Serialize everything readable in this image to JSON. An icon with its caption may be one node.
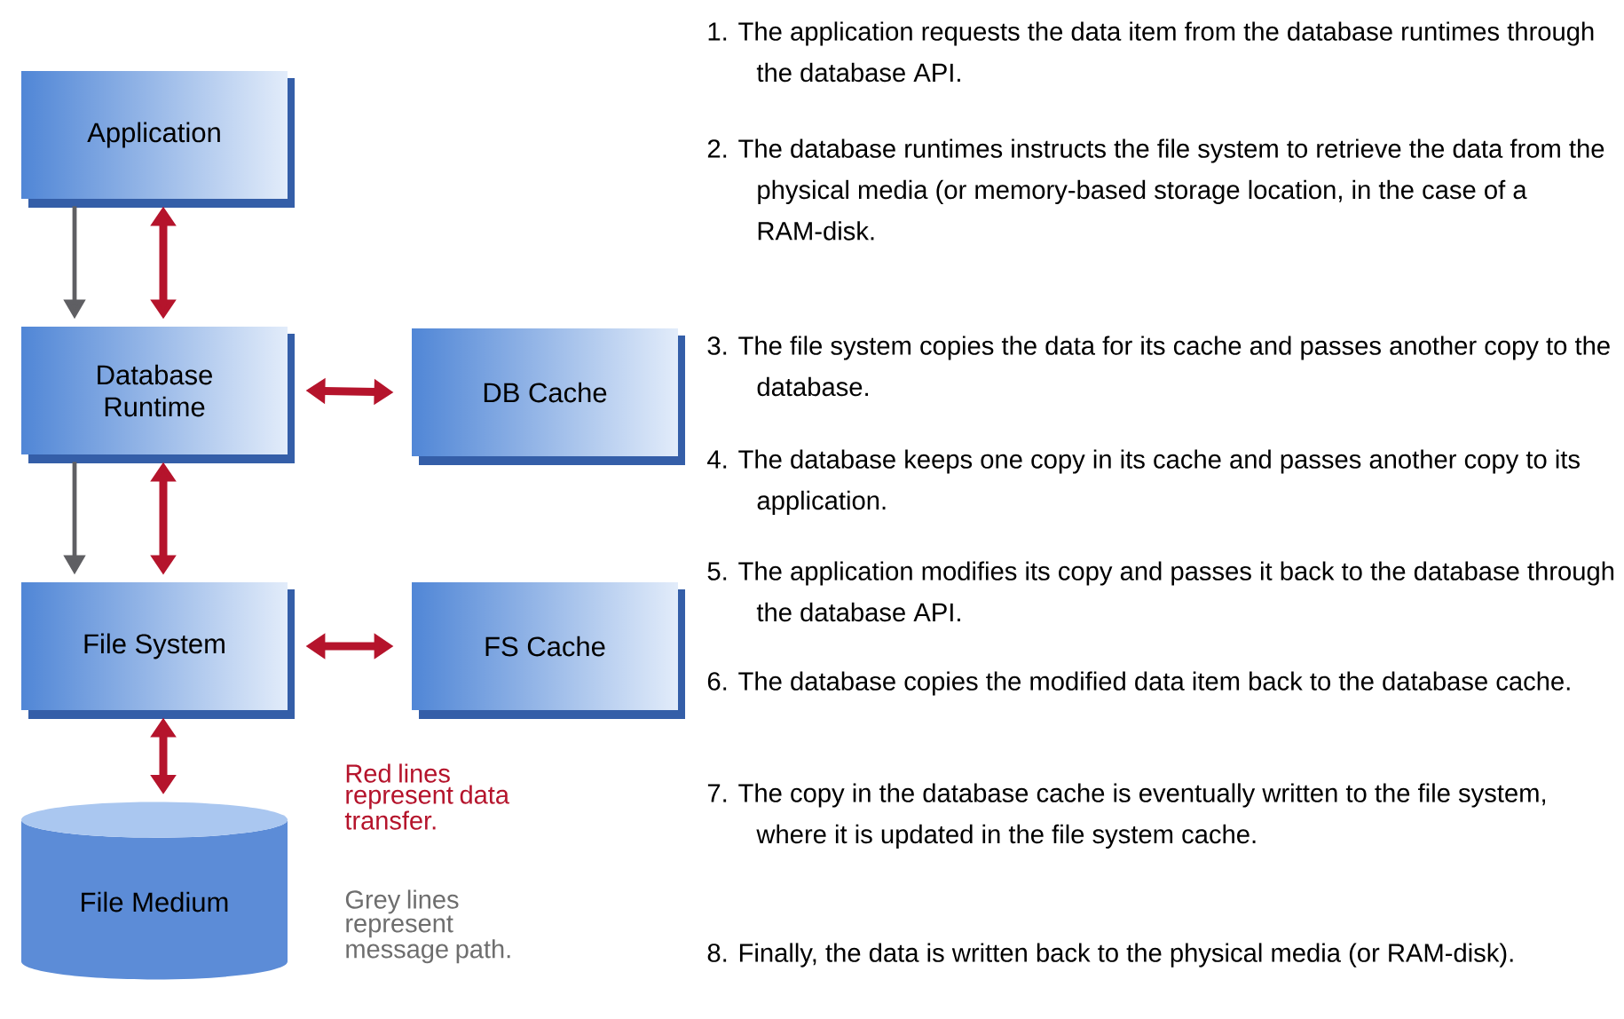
{
  "diagram": {
    "nodes": [
      {
        "text": [
          "Application"
        ]
      },
      {
        "text": [
          "Database Runtime"
        ]
      },
      {
        "text": [
          "DB Cache"
        ]
      },
      {
        "text": [
          "File System"
        ]
      },
      {
        "text": [
          "FS Cache"
        ]
      },
      {
        "text": [
          "File Medium"
        ]
      }
    ],
    "edges": [
      {
        "from": 0,
        "to": 1,
        "arrow": "to",
        "color": "#5f5f63"
      },
      {
        "from": 0,
        "to": 1,
        "arrow": "both"
      },
      {
        "from": 1,
        "to": 2,
        "arrow": "both"
      },
      {
        "from": 1,
        "to": 3,
        "arrow": "to",
        "color": "#5f5f63"
      },
      {
        "from": 1,
        "to": 3,
        "arrow": "both"
      },
      {
        "from": 3,
        "to": 4,
        "arrow": "both"
      },
      {
        "from": 3,
        "to": 5,
        "arrow": "both"
      }
    ],
    "labels": [
      "Red lines represent data transfer.",
      "Grey lines represent message path.",
      "1. The application requests the data item from the database runtimes through the database API.",
      "2. The database runtimes instructs the file system to retrieve the data from the physical media (or memory-based storage location, in the case of a RAM-disk.",
      "3. The file system copies the data for its cache and passes another copy to the database.",
      "4. The database keeps one copy in its cache and passes another copy to its application.",
      "5. The application modifies its copy and passes it back to the database through the database API.",
      "6. The database copies the modified data item back to the database cache.",
      "7. The copy in the database cache is eventually written to the file system, where it is updated in the file system cache.",
      "8. Finally, the data is written back to the physical media (or RAM-disk)."
    ]
  }
}
